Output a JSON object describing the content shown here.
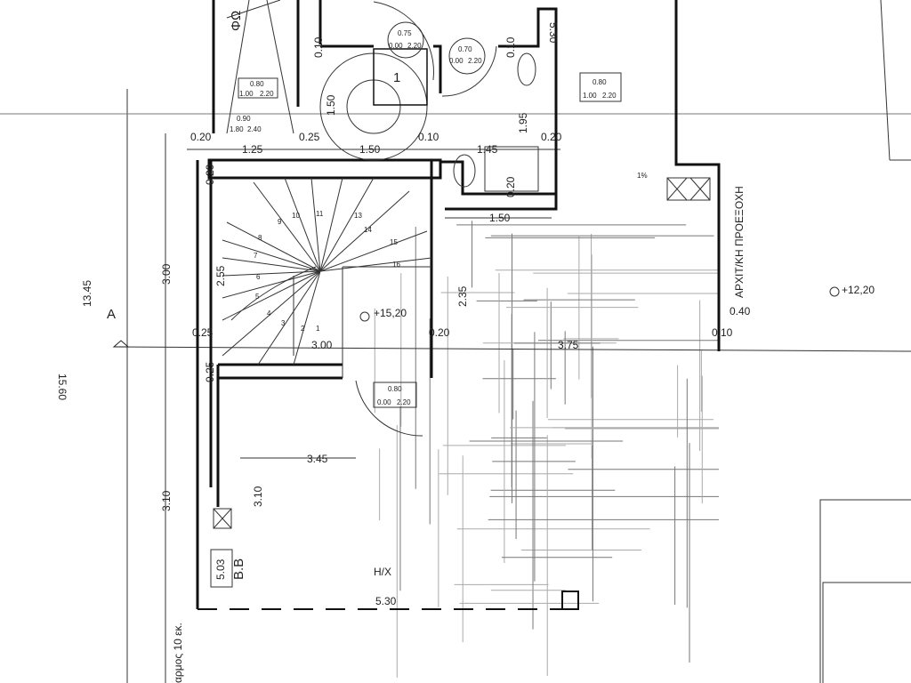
{
  "plan": {
    "room_label_top": "ΦΩ",
    "door_tags": [
      {
        "width": "0.75",
        "sill": "0.00",
        "height": "2.20"
      },
      {
        "width": "0.70",
        "sill": "0.00",
        "height": "2.20"
      },
      {
        "width": "0.80",
        "sill": "0.00",
        "height": "2.20"
      }
    ],
    "window_tags": [
      {
        "width": "0.80",
        "sill": "1.00",
        "height": "2.20"
      },
      {
        "width": "0.90",
        "sill": "1.80",
        "height": "2.40"
      },
      {
        "width": "0.80",
        "sill": "1.00",
        "height": "2.20"
      }
    ],
    "elevator_label": "1",
    "dimensions": {
      "d_0_20a": "0.20",
      "d_1_25": "1.25",
      "d_0_25a": "0.25",
      "d_1_50a": "1.50",
      "d_0_10a": "0.10",
      "d_1_50v": "1.50",
      "d_0_10v1": "0.10",
      "d_0_10v2": "0.10",
      "d_5_30v": "5.30",
      "d_1_45": "1.45",
      "d_1_95": "1.95",
      "d_0_20b": "0.20",
      "d_0_20c": "0.20",
      "d_1_50b": "1.50",
      "d_0_20d": "0.20",
      "d_13_45": "13.45",
      "d_3_00v": "3.00",
      "d_2_55": "2.55",
      "d_2_35": "2.35",
      "d_0_25b": "0.25",
      "d_0_20e": "0.20",
      "d_3_00h": "3.00",
      "d_3_75": "3.75",
      "d_0_10h": "0.10",
      "d_0_40": "0.40",
      "d_0_25c": "0.25",
      "d_15_60": "15.60",
      "d_3_45": "3.45",
      "d_3_10a": "3.10",
      "d_3_10b": "3.10",
      "d_5_03": "5.03",
      "d_5_30h": "5.30"
    },
    "stair_steps": [
      "1",
      "2",
      "3",
      "4",
      "5",
      "6",
      "7",
      "8",
      "9",
      "10",
      "11",
      "13",
      "14",
      "15",
      "16"
    ],
    "section_mark": "A",
    "level_main": "+15,20",
    "level_ext": "+12,20",
    "slope": "1%",
    "projection_label": "ΑΡΧΙΤ/ΚΗ ΠΡΟΕΞΟΧΗ",
    "shaft_label": "B.B",
    "hx_label": "H/X",
    "joint_label": "αρμος 10 εκ."
  }
}
